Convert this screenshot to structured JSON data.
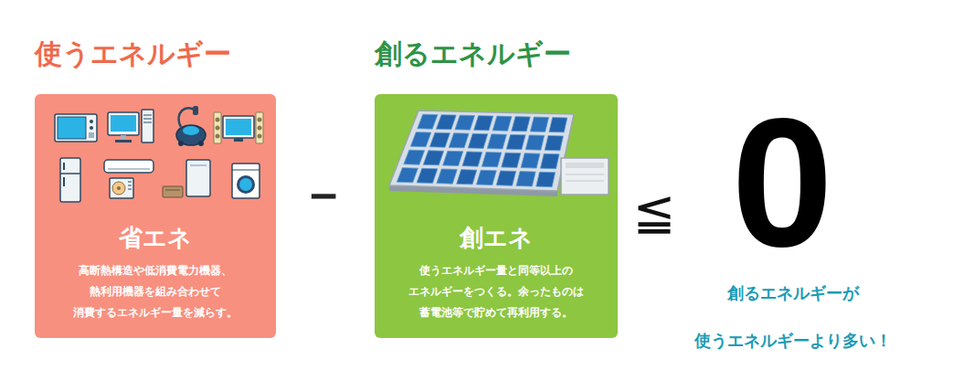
{
  "diagram": {
    "nodes": [
      {
        "text": [
          "使うエネルギー",
          "省エネ",
          "高断熱構造や低消費電力機器、 熱利用機器を組み合わせて 消費するエネルギー量を減らす。"
        ]
      },
      {
        "text": [
          "創るエネルギー",
          "創エネ",
          "使うエネルギー量と同等以上の エネルギーをつくる。余ったものは 蓄電池等で貯めて再利用する。"
        ]
      }
    ],
    "labels": [
      "－",
      "≦",
      "0",
      "創るエネルギーが 使うエネルギーより多い！"
    ]
  }
}
